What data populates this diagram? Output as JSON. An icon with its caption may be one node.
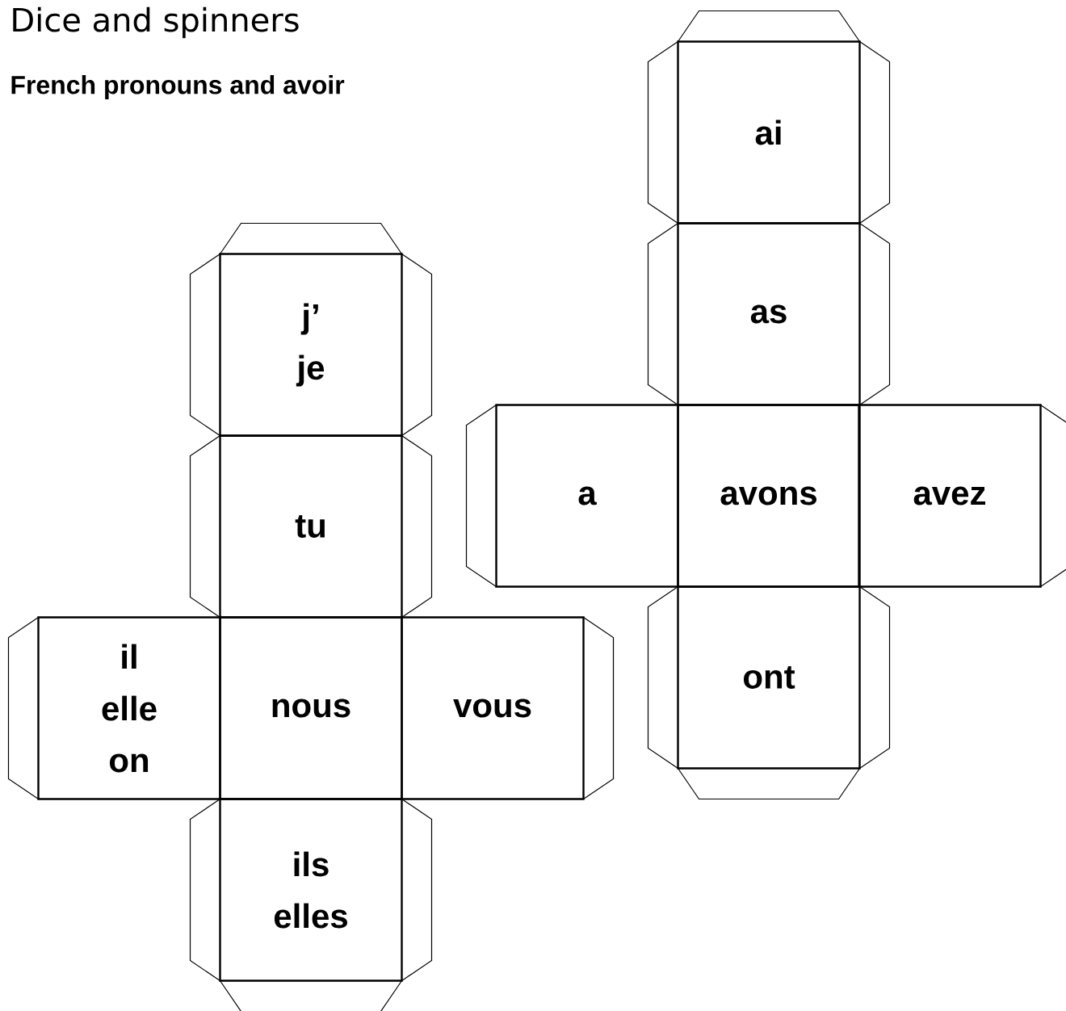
{
  "diagram": {
    "title": "Dice and spinners",
    "nodes": [
      {
        "text": [
          "j’",
          "je"
        ]
      },
      {
        "text": [
          "tu"
        ]
      },
      {
        "text": [
          "il",
          "elle",
          "on"
        ]
      },
      {
        "text": [
          "nous"
        ]
      },
      {
        "text": [
          "vous"
        ]
      },
      {
        "text": [
          "ils",
          "elles"
        ]
      },
      {
        "text": [
          "ai"
        ]
      },
      {
        "text": [
          "as"
        ]
      },
      {
        "text": [
          "a"
        ]
      },
      {
        "text": [
          "avons"
        ]
      },
      {
        "text": [
          "avez"
        ]
      },
      {
        "text": [
          "ont"
        ]
      }
    ],
    "labels": [
      "French pronouns and avoir"
    ]
  }
}
